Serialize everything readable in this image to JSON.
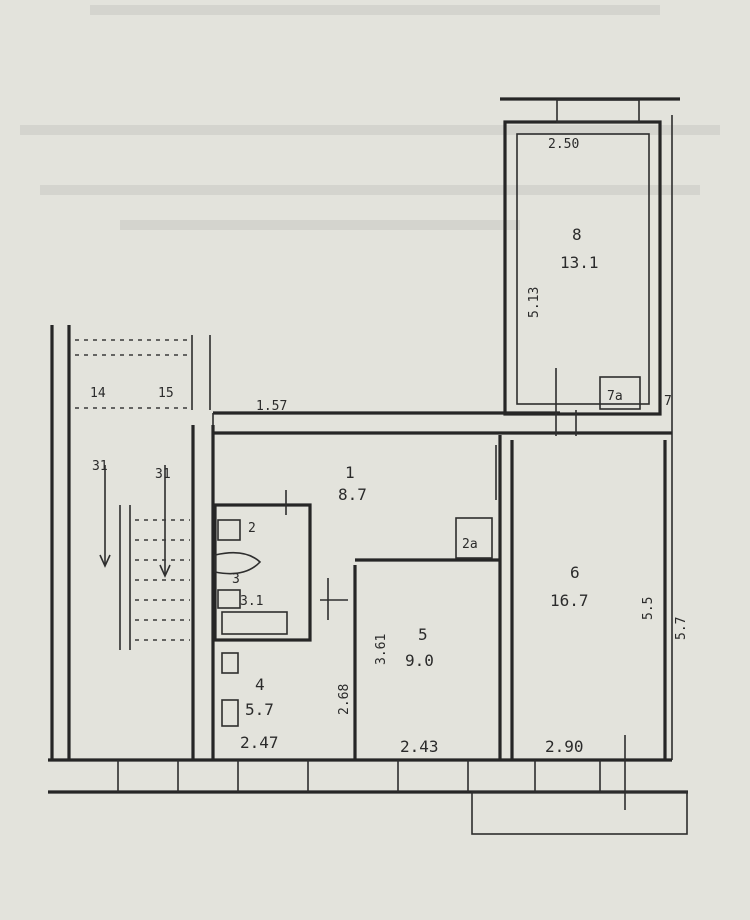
{
  "colors": {
    "paper": "#e3e3dc",
    "ink": "#262626"
  },
  "rooms": [
    {
      "id": "room-top",
      "num": "8",
      "area": "13.1"
    },
    {
      "id": "room-big",
      "num": "6",
      "area": "16.7"
    },
    {
      "id": "room-mid",
      "num": "5",
      "area": "9.0"
    },
    {
      "id": "room-corridor",
      "num": "1",
      "area": "8.7"
    },
    {
      "id": "room-kitchen",
      "num": "4",
      "area": "5.7"
    },
    {
      "id": "room-bath",
      "num": "3",
      "area": "3.1"
    }
  ],
  "labels": {
    "top_width": "2.50",
    "top_length": "5.13",
    "bottom_a": "2.47",
    "bottom_b": "2.43",
    "bottom_c": "2.90",
    "room5_depth": "3.61",
    "kitchen_depth": "2.68",
    "room6_depth": "5.5",
    "right_side": "5.7",
    "mid_partition": "1.57",
    "stair_num_a": "14",
    "stair_num_b": "15",
    "stair_flight_a": "31",
    "stair_flight_b": "31",
    "wc_num": "2",
    "closet": "2a",
    "closet_top": "7a",
    "seven": "7"
  }
}
